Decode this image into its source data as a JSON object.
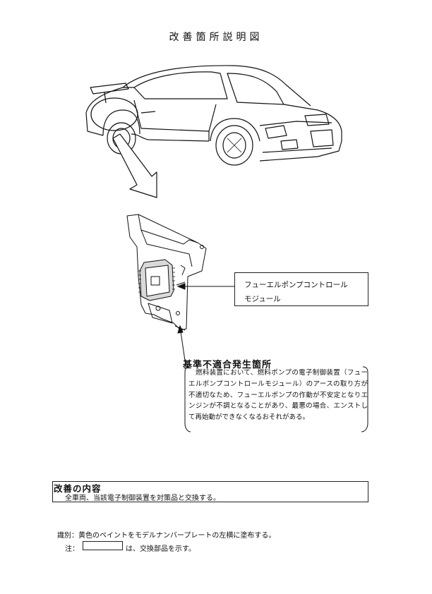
{
  "page": {
    "title": "改善箇所説明図"
  },
  "callout": {
    "line1": "フューエルポンプコントロール",
    "line2": "モジュール"
  },
  "defect": {
    "heading": "基準不適合発生箇所",
    "description": "燃料装置において、燃料ポンプの電子制御装置（フューエルポンプコントロールモジュール）のアースの取り方が不適切なため、フューエルポンプの作動が不安定となりエンジンが不調となることがあり、最悪の場合、エンストして再始動ができなくなるおそれがある。"
  },
  "improvement": {
    "heading": "改善の内容",
    "text": "全車両、当該電子制御装置を対策品と交換する。"
  },
  "notes": {
    "identification": "識別：黄色のペイントをモデルナンバープレートの左横に塗布する。",
    "legend_prefix": "注：",
    "legend_text": "は、交換部品を示す。"
  },
  "illustrations": {
    "car_icon": "sports-car-line-drawing",
    "module_icon": "fuel-pump-control-module-bracket"
  }
}
